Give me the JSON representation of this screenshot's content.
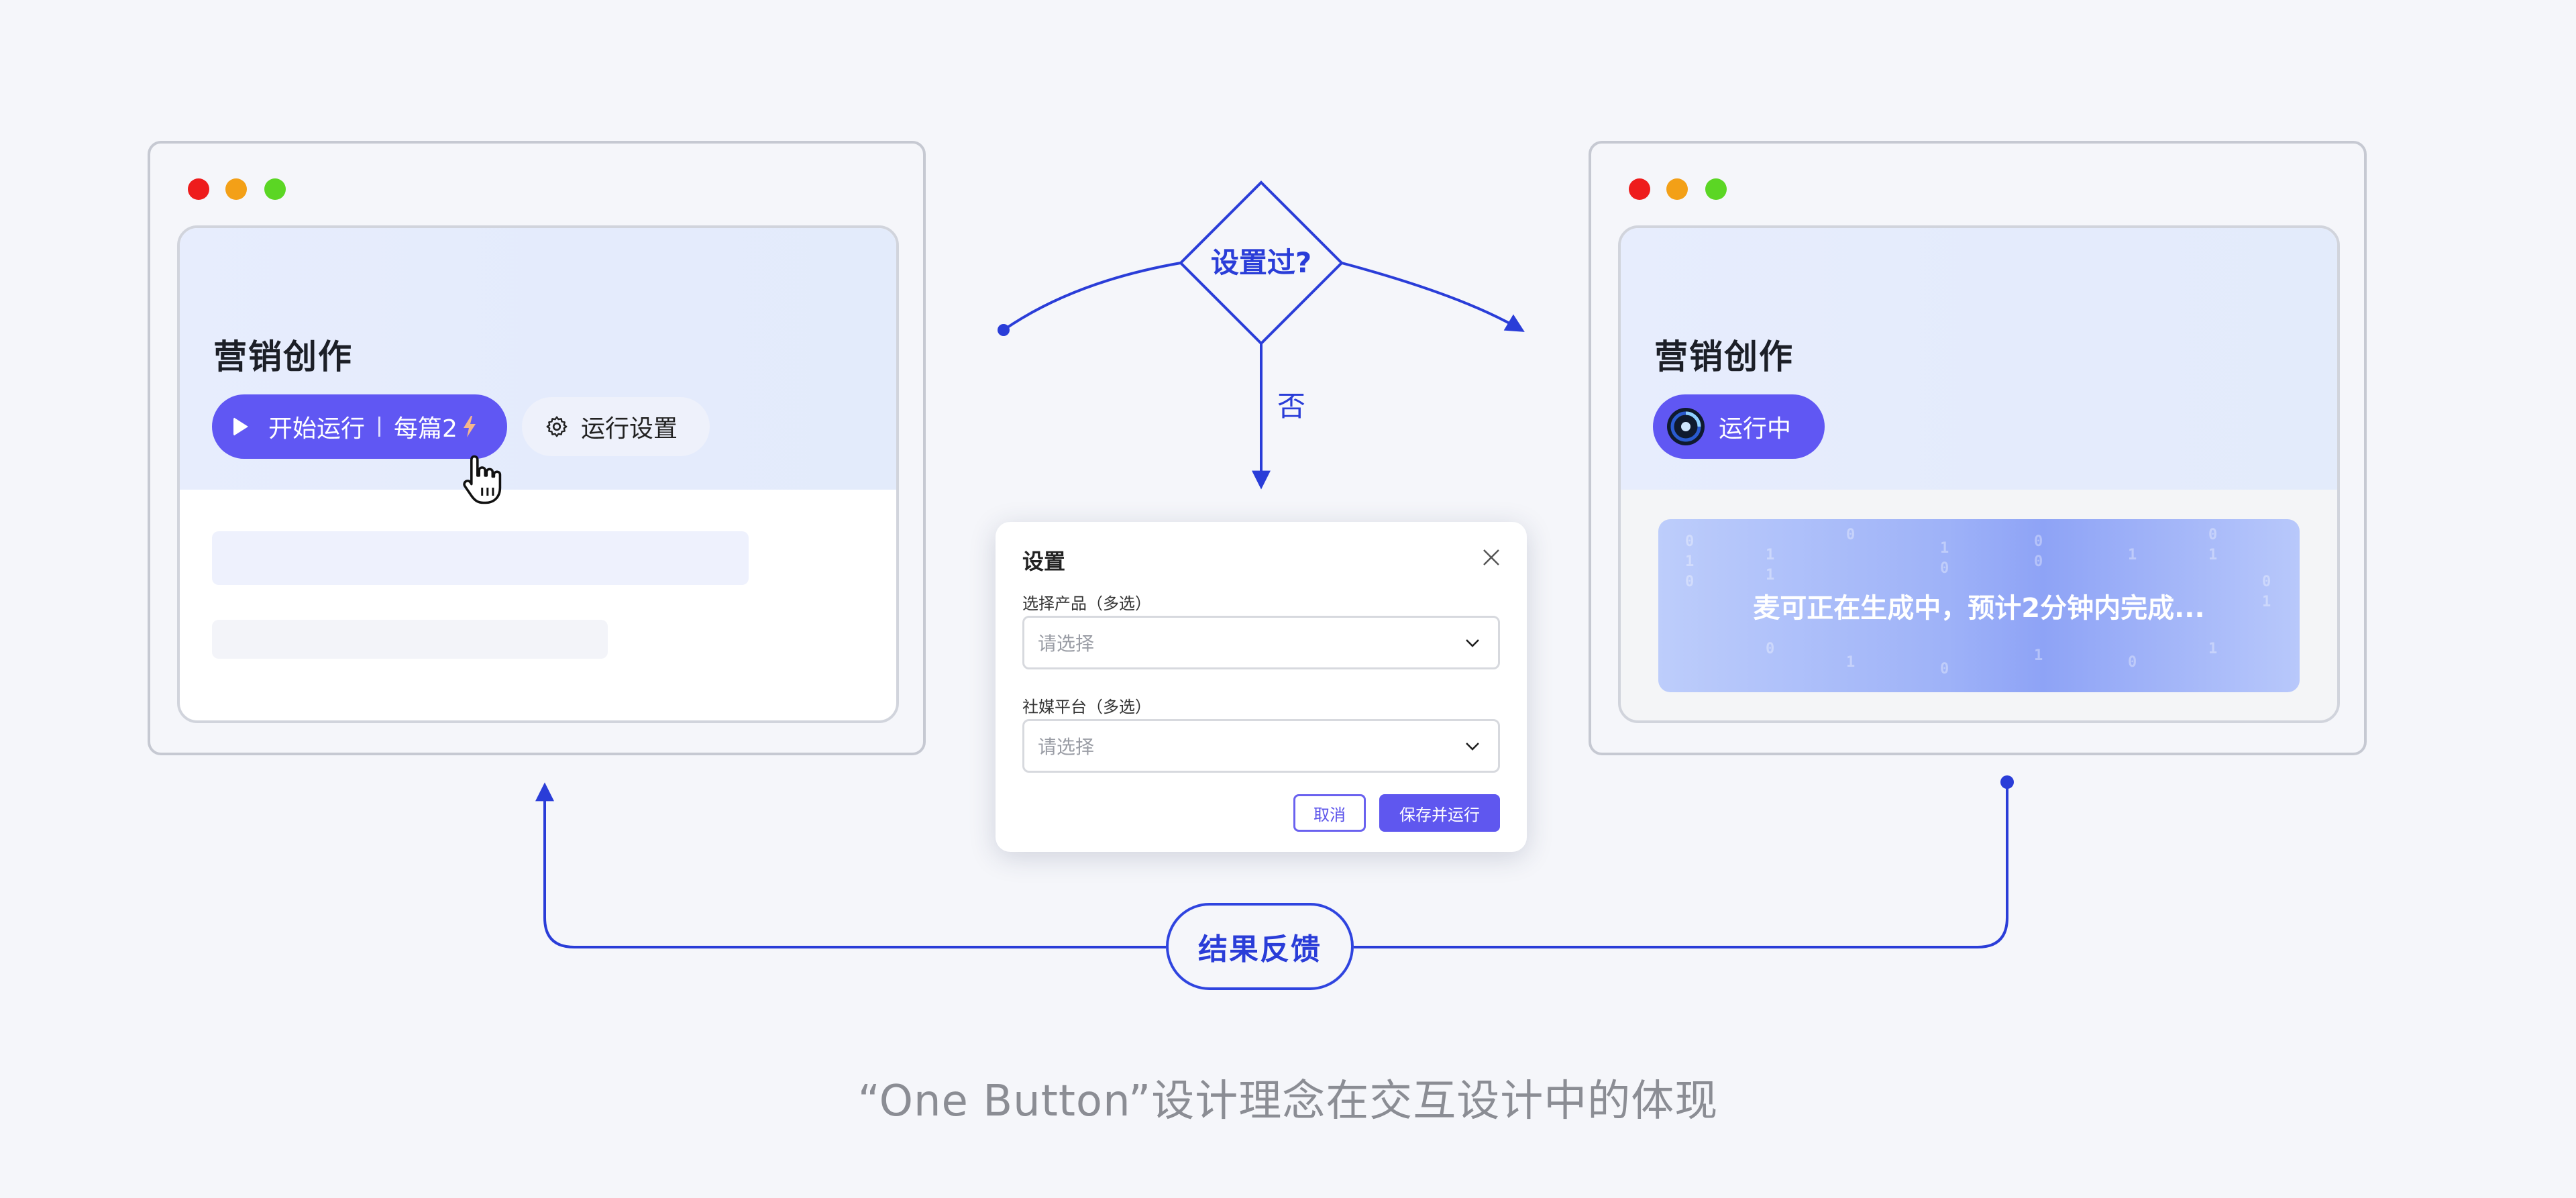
{
  "left_window": {
    "title": "营销创作",
    "run_button": {
      "label": "开始运行",
      "quota": "每篇2"
    },
    "settings_button": {
      "label": "运行设置"
    }
  },
  "decision": {
    "question": "设置过?",
    "no_branch": "否"
  },
  "settings_dialog": {
    "title": "设置",
    "product_label": "选择产品（多选）",
    "product_placeholder": "请选择",
    "platform_label": "社媒平台（多选）",
    "platform_placeholder": "请选择",
    "cancel_label": "取消",
    "save_label": "保存并运行"
  },
  "right_window": {
    "title": "营销创作",
    "running_label": "运行中",
    "generating_text": "麦可正在生成中，预计2分钟内完成..."
  },
  "feedback_label": "结果反馈",
  "caption": "“One Button”设计理念在交互设计中的体现",
  "colors": {
    "accent": "#6057f3",
    "flow_line": "#2a3dd8",
    "background": "#f5f6fa"
  }
}
